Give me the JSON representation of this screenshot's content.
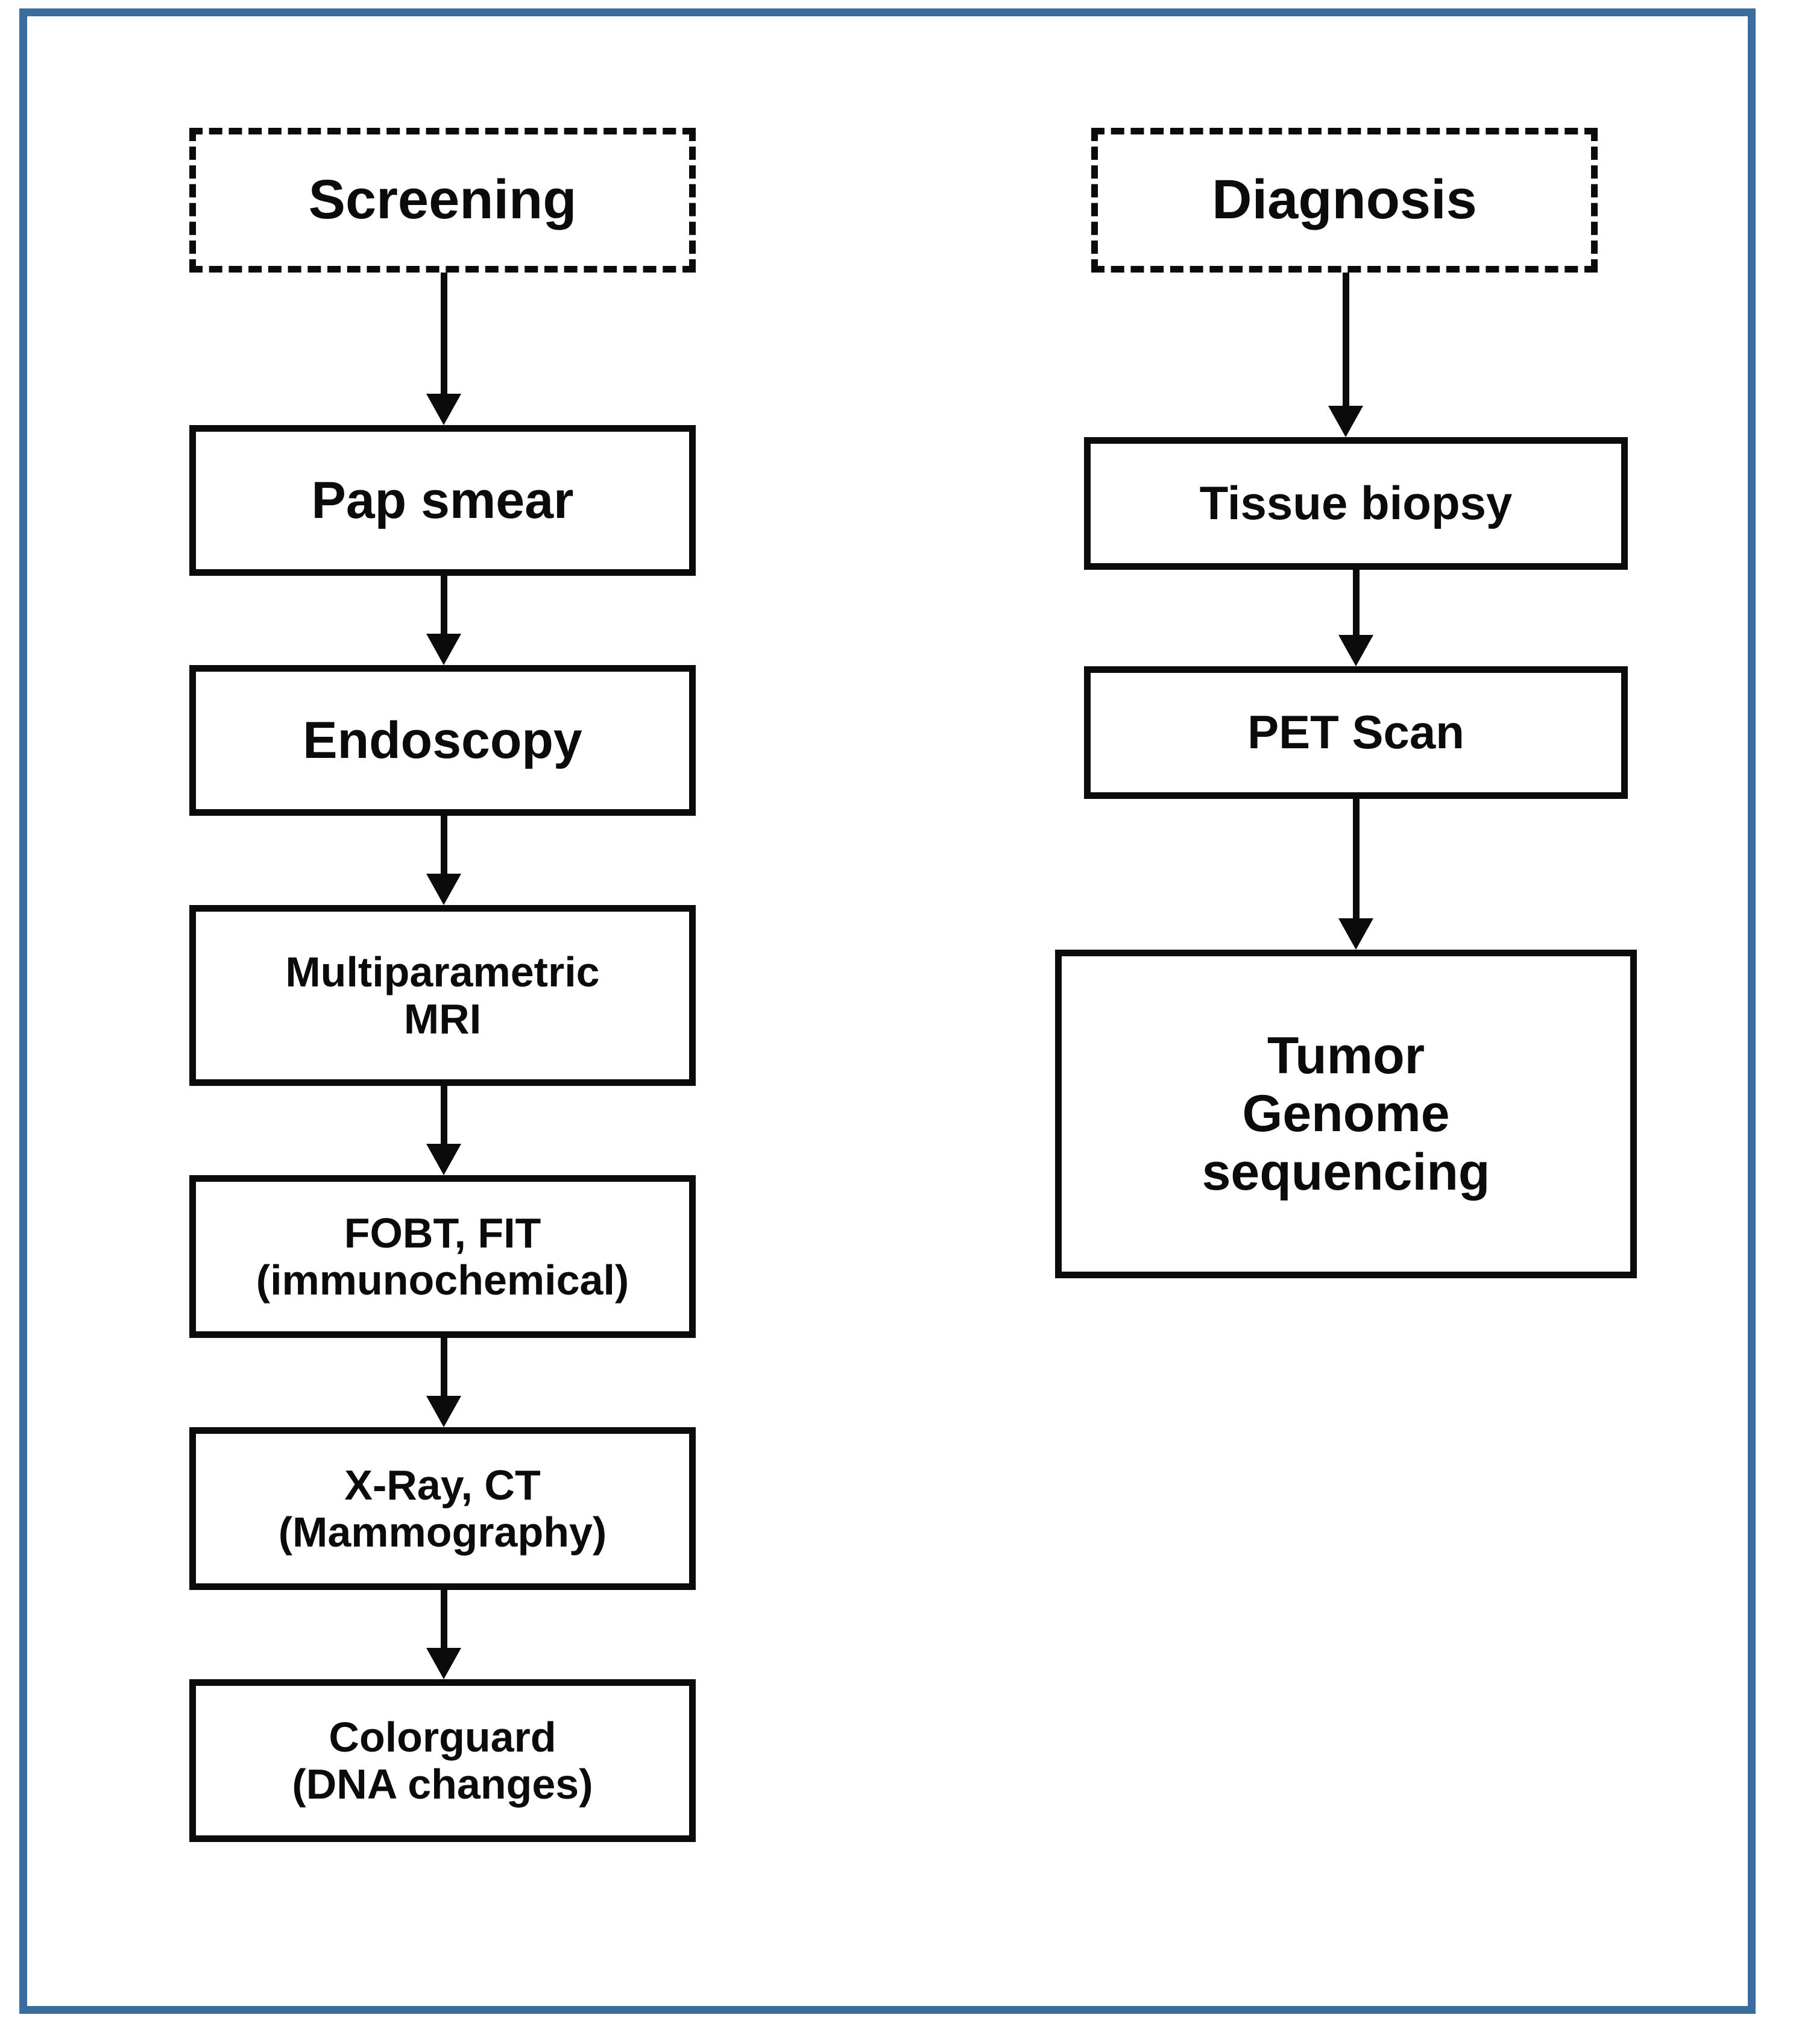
{
  "figure": {
    "type": "flowchart",
    "description": "Two-column flowchart of cancer screening and diagnosis methods",
    "frame_color": "#3b6d9c",
    "node_border_color": "#0b0b0b",
    "background_color": "#ffffff"
  },
  "columns": [
    {
      "id": "screening",
      "header": {
        "label": "Screening",
        "style": "dashed"
      },
      "nodes": [
        {
          "id": "pap-smear",
          "line1": "Pap smear",
          "line2": ""
        },
        {
          "id": "endoscopy",
          "line1": "Endoscopy",
          "line2": ""
        },
        {
          "id": "multiparametric-mri",
          "line1": "Multiparametric",
          "line2": "MRI"
        },
        {
          "id": "fobt-fit",
          "line1": "FOBT, FIT",
          "line2": "(immunochemical)"
        },
        {
          "id": "xray-ct",
          "line1": "X-Ray, CT",
          "line2": "(Mammography)"
        },
        {
          "id": "colorguard",
          "line1": "Colorguard",
          "line2": "(DNA changes)"
        }
      ]
    },
    {
      "id": "diagnosis",
      "header": {
        "label": "Diagnosis",
        "style": "dashed"
      },
      "nodes": [
        {
          "id": "tissue-biopsy",
          "line1": "Tissue biopsy",
          "line2": "",
          "line3": ""
        },
        {
          "id": "pet-scan",
          "line1": "PET Scan",
          "line2": "",
          "line3": ""
        },
        {
          "id": "tumor-genome",
          "line1": "Tumor",
          "line2": "Genome",
          "line3": "sequencing"
        }
      ]
    }
  ]
}
